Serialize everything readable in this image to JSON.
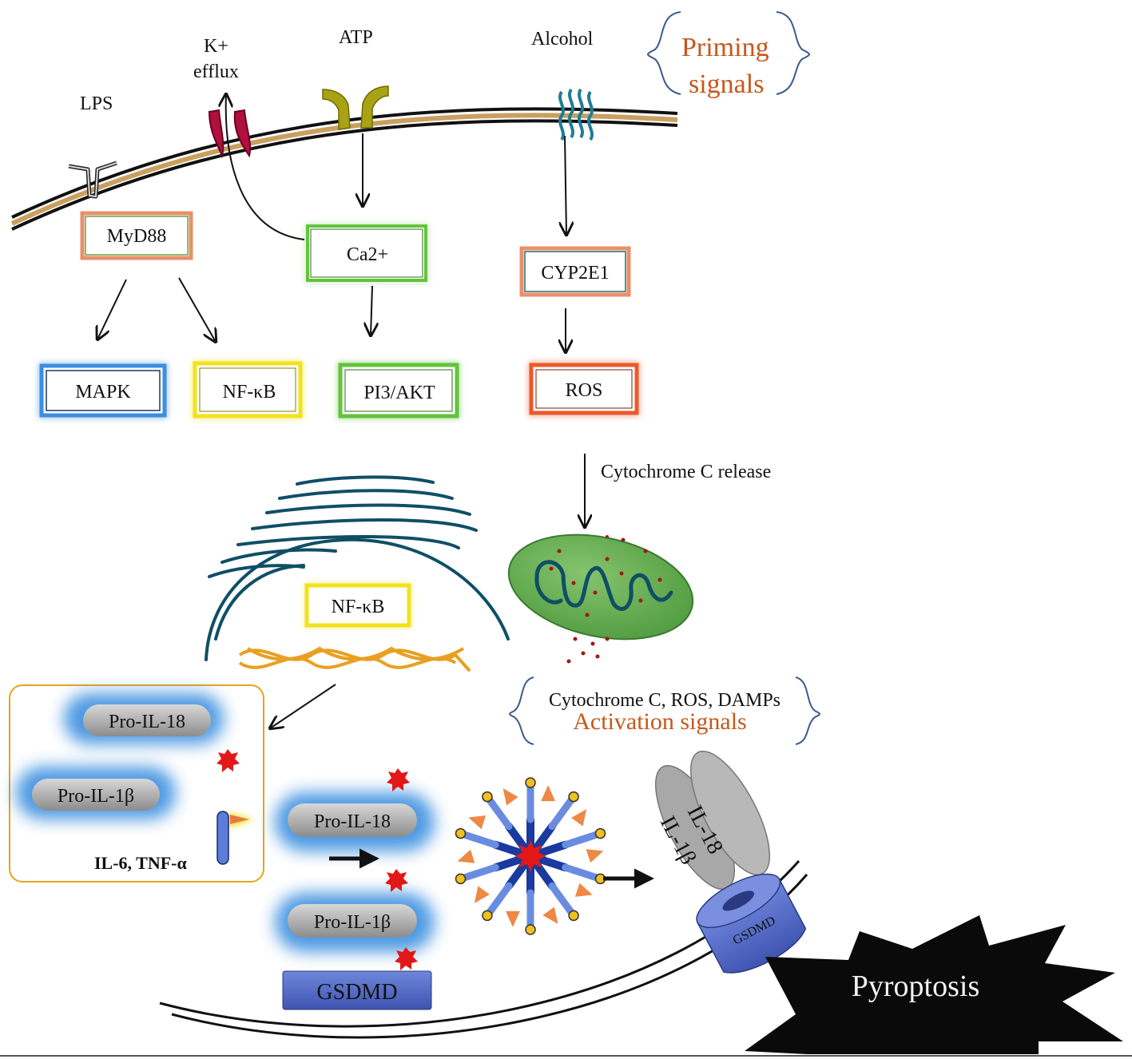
{
  "labels": {
    "lps": "LPS",
    "k_efflux_1": "K+",
    "k_efflux_2": "efflux",
    "atp": "ATP",
    "alcohol": "Alcohol",
    "priming_1": "Priming",
    "priming_2": "signals",
    "myd88": "MyD88",
    "ca2": "Ca2+",
    "cyp2e1": "CYP2E1",
    "mapk": "MAPK",
    "nfkb_top": "NF-κB",
    "pi3akt": "PI3/AKT",
    "ros": "ROS",
    "cytochrome_release": "Cytochrome C release",
    "nfkb_nucleus": "NF-κB",
    "activation_top": "Cytochrome C, ROS, DAMPs",
    "activation_bottom": "Activation signals",
    "pro_il18_box": "Pro-IL-18",
    "pro_il1b_box": "Pro-IL-1β",
    "il6_tnf": "IL-6, TNF-α",
    "pro_il18_mid": "Pro-IL-18",
    "pro_il1b_mid": "Pro-IL-1β",
    "gsdmd_bar": "GSDMD",
    "il18_pore": "IL-18",
    "il1b_pore": "IL-1β",
    "gsdmd_pore": "GSDMD",
    "pyroptosis": "Pyroptosis"
  },
  "colors": {
    "blue_box": "#3a8fe0",
    "yellow_box": "#f2e21c",
    "green_box": "#62c43a",
    "red_box": "#ea5a2a",
    "salmon_box": "#e8906a",
    "orange_text": "#c8561a",
    "er_teal": "#0f4f66",
    "dna_orange": "#e8a020",
    "mito_green": "#5aa64a",
    "gsdmd_blue": "#4a63c4",
    "danger_red": "#e21818",
    "pyroptosis_black": "#0a0a0a"
  }
}
